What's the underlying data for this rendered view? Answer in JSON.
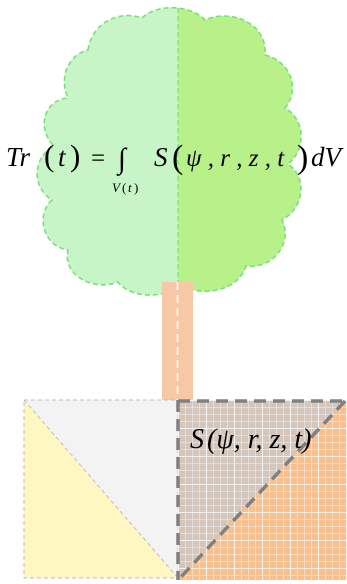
{
  "colors": {
    "canopy_left": "#c8f5c8",
    "canopy_right": "#b8f08a",
    "canopy_outline": "#79e079",
    "trunk": "#f7c8a6",
    "trunk_center_line": "#ffffff",
    "ground_left_triangle": "#fff7c2",
    "ground_left_upper": "#f3f3f3",
    "ground_right": "#f8c08f",
    "ground_grid_light": "#ffffff",
    "ground_grid_dark": "#d6d6d6",
    "ground_dashed_frame": "#bdbdbd",
    "diagonal_dash": "#808080",
    "overlay_gray": "#c8c8c8"
  },
  "icons": {
    "tree_canopy": "cloud-shape",
    "ground_block": "gridded-soil-block"
  },
  "equation": {
    "lhs_symbol": "Tr",
    "lhs_open": "(",
    "lhs_arg": "t",
    "lhs_close": ")",
    "equals": "=",
    "integral": "∫",
    "domain_var": "V",
    "domain_open": "(",
    "domain_arg": "t",
    "domain_close": ")",
    "integrand_symbol": "S",
    "integrand_open": "(",
    "integrand_args": "ψ , r , z , t",
    "integrand_close": ")",
    "differential": "dV"
  },
  "soil_label": {
    "symbol": "S",
    "args": "(ψ, r, z, t)"
  }
}
